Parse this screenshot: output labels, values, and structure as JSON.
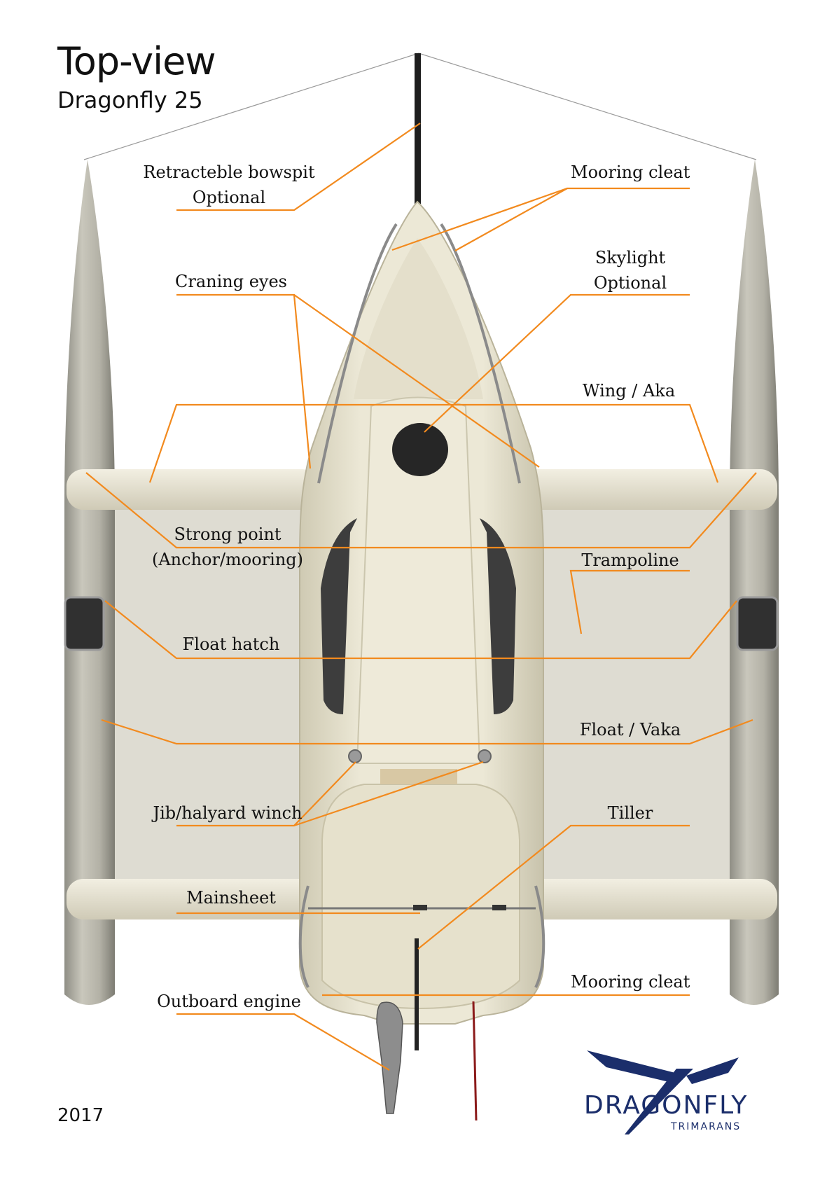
{
  "header": {
    "title": "Top-view",
    "subtitle": "Dragonfly 25"
  },
  "footer": {
    "year": "2017"
  },
  "labels": {
    "bowsprit": "Retracteble bowspit",
    "bowsprit_note": "Optional",
    "mooring_cleat_front": "Mooring cleat",
    "craning_eyes": "Craning eyes",
    "skylight": "Skylight",
    "skylight_note": "Optional",
    "wing": "Wing  / Aka",
    "strong_point": "Strong point",
    "strong_point_note": "(Anchor/mooring)",
    "trampoline": "Trampoline",
    "float_hatch": "Float hatch",
    "float": "Float / Vaka",
    "winch": "Jib/halyard winch",
    "tiller": "Tiller",
    "mainsheet": "Mainsheet",
    "mooring_cleat_rear": "Mooring cleat",
    "outboard": "Outboard engine"
  },
  "brand": {
    "name": "DRAGONFLY",
    "tagline": "TRIMARANS"
  },
  "colors": {
    "leader_line": "#f28a1e",
    "hull": "#e8e4d2",
    "float": "#b9b7ab",
    "trampoline": "#dcdad0",
    "brand": "#1b2e6b"
  }
}
